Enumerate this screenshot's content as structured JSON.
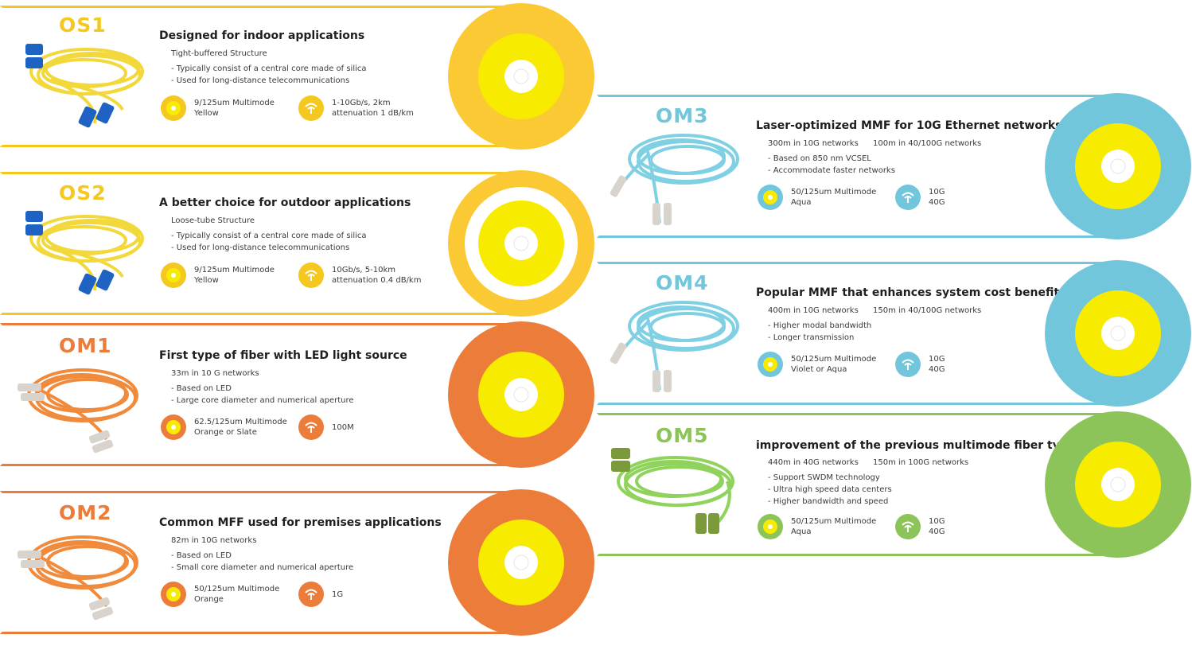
{
  "colors": {
    "yellow_card": "#f4c81f",
    "yellow_disc": "#fbc933",
    "orange": "#ec7c3a",
    "aqua": "#72c6dc",
    "green": "#8cc45a",
    "core_yellow": "#f7ec00",
    "connector_blue": "#1e63c4"
  },
  "cards": [
    {
      "label": "OS1",
      "heading": "Designed for indoor applications",
      "sub": "Tight-buffered Structure",
      "bullets": [
        "- Typically consist of a central core made of silica",
        "- Used for long-distance telecommunications"
      ],
      "spec1": [
        "9/125um Multimode",
        "Yellow"
      ],
      "spec2": [
        "1-10Gb/s, 2km",
        "attenuation 1 dB/km"
      ],
      "icon1": "fiber-core-icon",
      "icon2": "speed-signal-icon"
    },
    {
      "label": "OS2",
      "heading": "A better choice for outdoor applications",
      "sub": "Loose-tube Structure",
      "bullets": [
        "- Typically consist of a central core made of silica",
        "- Used for long-distance telecommunications"
      ],
      "spec1": [
        "9/125um Multimode",
        "Yellow"
      ],
      "spec2": [
        "10Gb/s, 5-10km",
        "attenuation 0.4 dB/km"
      ],
      "icon1": "fiber-core-icon",
      "icon2": "speed-signal-icon"
    },
    {
      "label": "OM1",
      "heading": "First type of fiber with LED light source",
      "sub": "33m in 10 G networks",
      "bullets": [
        "- Based on LED",
        "- Large core diameter and numerical aperture"
      ],
      "spec1": [
        "62.5/125um Multimode",
        "Orange or Slate"
      ],
      "spec2": [
        "100M"
      ],
      "icon1": "fiber-core-icon",
      "icon2": "speed-signal-icon"
    },
    {
      "label": "OM2",
      "heading": "Common MFF used for premises applications",
      "sub": "82m in 10G networks",
      "bullets": [
        "- Based on LED",
        "- Small core diameter and numerical aperture"
      ],
      "spec1": [
        "50/125um Multimode",
        "Orange"
      ],
      "spec2": [
        "1G"
      ],
      "icon1": "fiber-core-icon",
      "icon2": "speed-signal-icon"
    },
    {
      "label": "OM3",
      "heading": "Laser-optimized MMF for 10G Ethernet networks",
      "sub": "300m in 10G networks",
      "sub2": "100m in 40/100G networks",
      "bullets": [
        "- Based on 850 nm VCSEL",
        "- Accommodate faster networks"
      ],
      "spec1": [
        "50/125um Multimode",
        "Aqua"
      ],
      "spec2": [
        "10G",
        "40G"
      ],
      "icon1": "fiber-core-icon",
      "icon2": "speed-signal-icon"
    },
    {
      "label": "OM4",
      "heading": "Popular MMF that enhances system cost benefits",
      "sub": "400m in 10G networks",
      "sub2": "150m in 40/100G networks",
      "bullets": [
        "- Higher modal bandwidth",
        "- Longer transmission"
      ],
      "spec1": [
        "50/125um Multimode",
        "Violet or Aqua"
      ],
      "spec2": [
        "10G",
        "40G"
      ],
      "icon1": "fiber-core-icon",
      "icon2": "speed-signal-icon"
    },
    {
      "label": "OM5",
      "heading": "improvement of the previous multimode fiber types",
      "sub": "440m in 40G networks",
      "sub2": "150m in 100G networks",
      "bullets": [
        "- Support SWDM technology",
        "- Ultra high speed data centers",
        "- Higher bandwidth and speed"
      ],
      "spec1": [
        "50/125um Multimode",
        "Aqua"
      ],
      "spec2": [
        "10G",
        "40G"
      ],
      "icon1": "fiber-core-icon",
      "icon2": "speed-signal-icon"
    }
  ]
}
